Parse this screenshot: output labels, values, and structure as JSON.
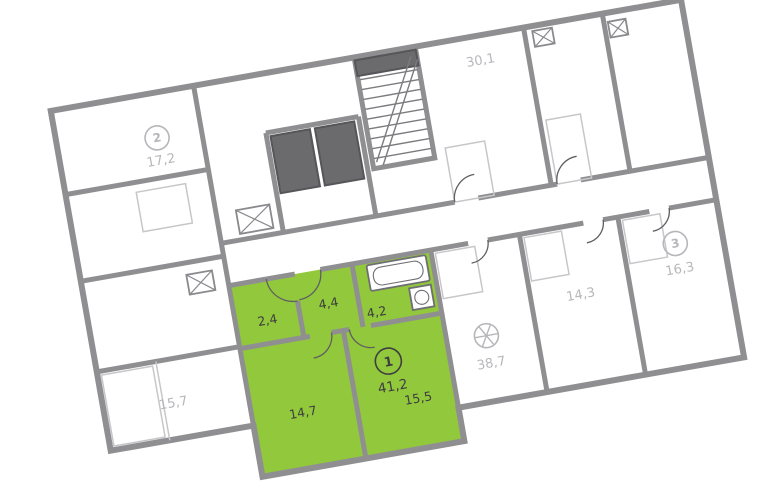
{
  "plan": {
    "selected_apartment": {
      "number": "1",
      "total_area": "41,2",
      "color": "#92c83c",
      "rooms": {
        "hall": "2,4",
        "corridor": "4,4",
        "bathroom": "4,2",
        "bedroom": "14,7",
        "living": "15,5"
      }
    },
    "neighbors": {
      "left_badge": "2",
      "left_area": "17,2",
      "top_area": "30,1",
      "center_area": "38,7",
      "mid_right_area": "14,3",
      "right_badge": "3",
      "right_area": "16,3",
      "bottom_left_area": "15,7"
    },
    "colors": {
      "wall": "#8f8f92",
      "shaft": "#6b6b6e",
      "neighbor_text": "#b7b7bb",
      "selected_text": "#3e3e40"
    }
  }
}
